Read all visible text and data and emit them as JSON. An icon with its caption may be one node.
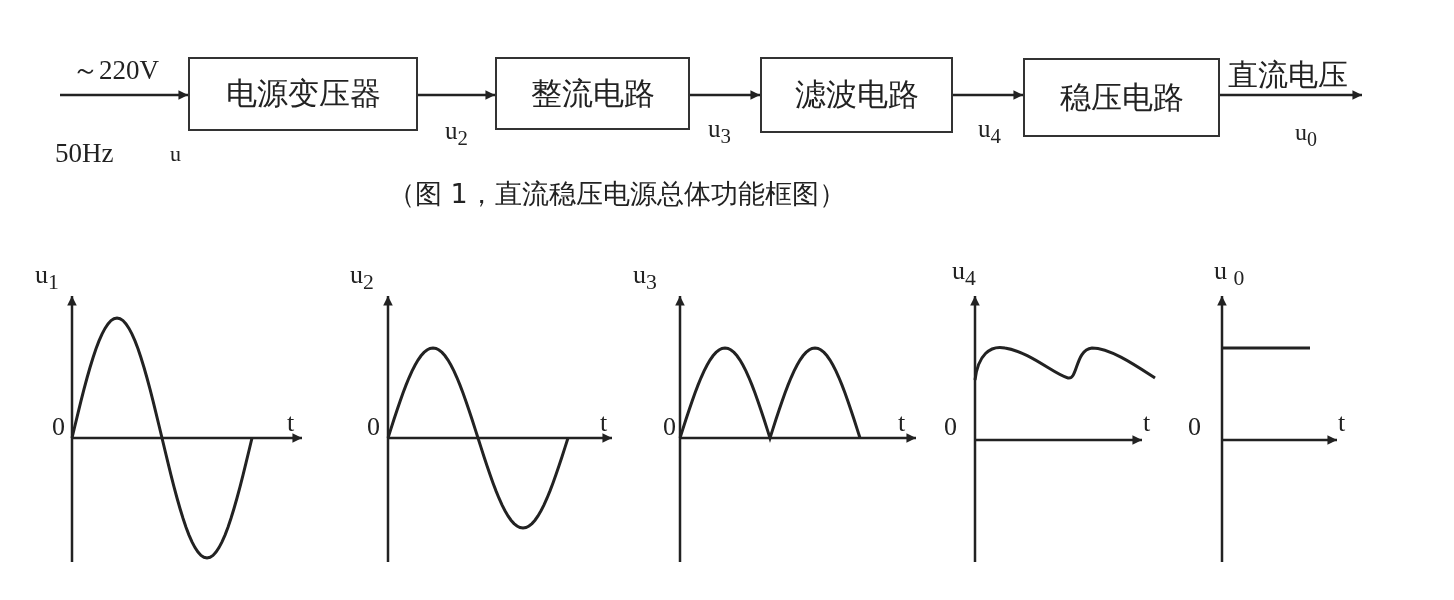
{
  "diagram": {
    "caption": "（图 1，直流稳压电源总体功能框图）",
    "nodes": [
      {
        "text": [
          "电源变压器"
        ]
      },
      {
        "text": [
          "整流电路"
        ]
      },
      {
        "text": [
          "滤波电路"
        ]
      },
      {
        "text": [
          "稳压电路"
        ]
      }
    ],
    "edges": [
      {
        "from": null,
        "to": 0,
        "arrow": "to",
        "label": "～220V"
      },
      {
        "from": 0,
        "to": 1,
        "arrow": "to",
        "label": "u$_{2}$"
      },
      {
        "from": 1,
        "to": 2,
        "arrow": "to",
        "label": "u$_{3}$"
      },
      {
        "from": 2,
        "to": 3,
        "arrow": "to",
        "label": "u$_{4}$"
      },
      {
        "from": 3,
        "to": null,
        "arrow": "to",
        "label": "直流电压"
      }
    ],
    "labels": [
      "50Hz",
      "u",
      "u$_{0}$",
      "u$_{1}$",
      "0",
      "t",
      "u$_{2}$",
      "0",
      "t",
      "u$_{3}$",
      "0",
      "t",
      "u$_{4}$",
      "0",
      "t",
      "u $_{0}$",
      "0",
      "t"
    ]
  }
}
